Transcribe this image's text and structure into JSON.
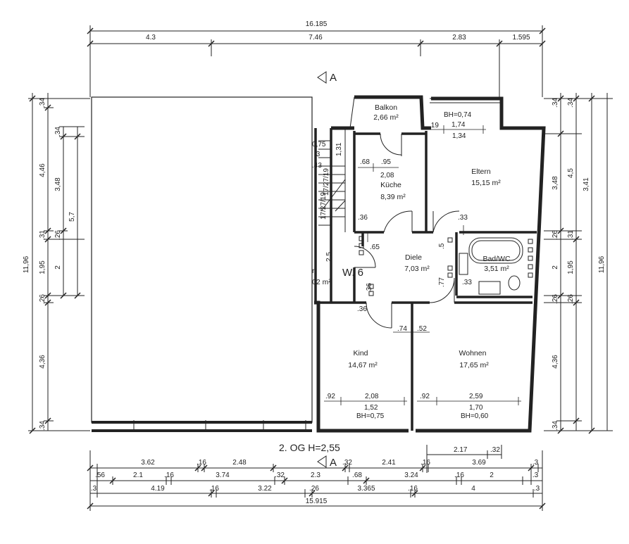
{
  "title": "2. OG H=2,55",
  "section_mark": "A",
  "apartment_label": "W. 6",
  "rooms": [
    {
      "name": "Balkon",
      "area": "2,66 m²"
    },
    {
      "name": "Küche",
      "area": "8,39 m²"
    },
    {
      "name": "Eltern",
      "area": "15,15 m²"
    },
    {
      "name": "Diele",
      "area": "7,03 m²"
    },
    {
      "name": "Bad/WC",
      "area": "3,51 m²"
    },
    {
      "name": "Kind",
      "area": "14,67 m²"
    },
    {
      "name": "Wohnen",
      "area": "17,65 m²"
    }
  ],
  "partial_labels": {
    "stair_room_r": "r",
    "stair_room_area": "02 m²"
  },
  "top_dims": {
    "total": "16.185",
    "segments": [
      "4.3",
      "7.46",
      "2.83",
      "1.595"
    ]
  },
  "bottom_dims": {
    "row1": [
      "3.62",
      ".16",
      "2.48",
      ".32",
      "2.41",
      ".16",
      "3.69",
      ".3"
    ],
    "row2": [
      ".56",
      "2.1",
      ".16",
      "3.74",
      ".32",
      "2.3",
      ".68",
      "3.24",
      ".16",
      "2",
      ".3"
    ],
    "row3": [
      ".3",
      "4.19",
      ".16",
      "3.22",
      ".26",
      "3.365",
      ".16",
      "4",
      ".3"
    ],
    "total": "15.915",
    "extra": [
      "2.17",
      ".32"
    ]
  },
  "left_dims": {
    "outer": "11,96",
    "col1": [
      ".34",
      "4,46",
      ".31",
      "1,95",
      ".26",
      "4,36",
      ".34"
    ],
    "col2": [
      ".34",
      "3,48",
      ".26",
      "2"
    ],
    "col3": [
      "5,7"
    ]
  },
  "right_dims": {
    "outer": "11,96",
    "col1": [
      ".34",
      "3,48",
      ".26",
      "2",
      ".26",
      "4,36",
      ".34"
    ],
    "col2": [
      ".34",
      "4,5",
      "3,41",
      ".31",
      "1,95",
      ".26"
    ]
  },
  "interior_dims": {
    "window_bh_top": "BH=0,74",
    "d_174": "1,74",
    "d_134": "1,34",
    "d_19": ".19",
    "d_075": "0,75",
    "d_3": ".3",
    "d_43": ".43",
    "d_131": "1,31",
    "d_68": ".68",
    "d_95": ".95",
    "d_208k": "2,08",
    "stair_1": "17/27/19",
    "stair_2": "17/27/19",
    "d_36a": ".36",
    "d_33a": ".33",
    "d_65": ".65",
    "d_5": ".5",
    "d_25": "2,5",
    "d_77": ".77",
    "d_33b": ".33",
    "d_36b": ".36",
    "d_36c": ".36",
    "d_74": ".74",
    "d_52": ".52",
    "d_92a": ".92",
    "d_208": "2,08",
    "d_152": "1,52",
    "bh_075": "BH=0,75",
    "d_92b": ".92",
    "d_259": "2,59",
    "d_170": "1,70",
    "bh_060": "BH=0,60"
  },
  "colors": {
    "line": "#222222",
    "background": "#ffffff"
  }
}
